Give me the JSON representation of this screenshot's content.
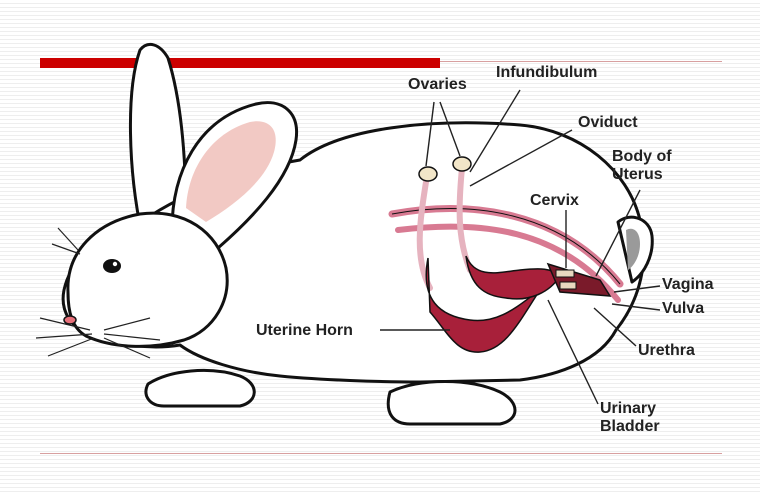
{
  "colors": {
    "accent_red": "#cc0000",
    "organ": "#a8203a",
    "organ_light": "#d87a92",
    "outline": "#111111",
    "ear_inner": "#f2c9c4"
  },
  "labels": {
    "ovaries": "Ovaries",
    "infundibulum": "Infundibulum",
    "oviduct": "Oviduct",
    "body_of_uterus": "Body of\nUterus",
    "cervix": "Cervix",
    "vagina": "Vagina",
    "vulva": "Vulva",
    "urethra": "Urethra",
    "urinary_bladder": "Urinary\nBladder",
    "uterine_horn": "Uterine Horn"
  },
  "icons": [
    "rabbit-illustration"
  ]
}
